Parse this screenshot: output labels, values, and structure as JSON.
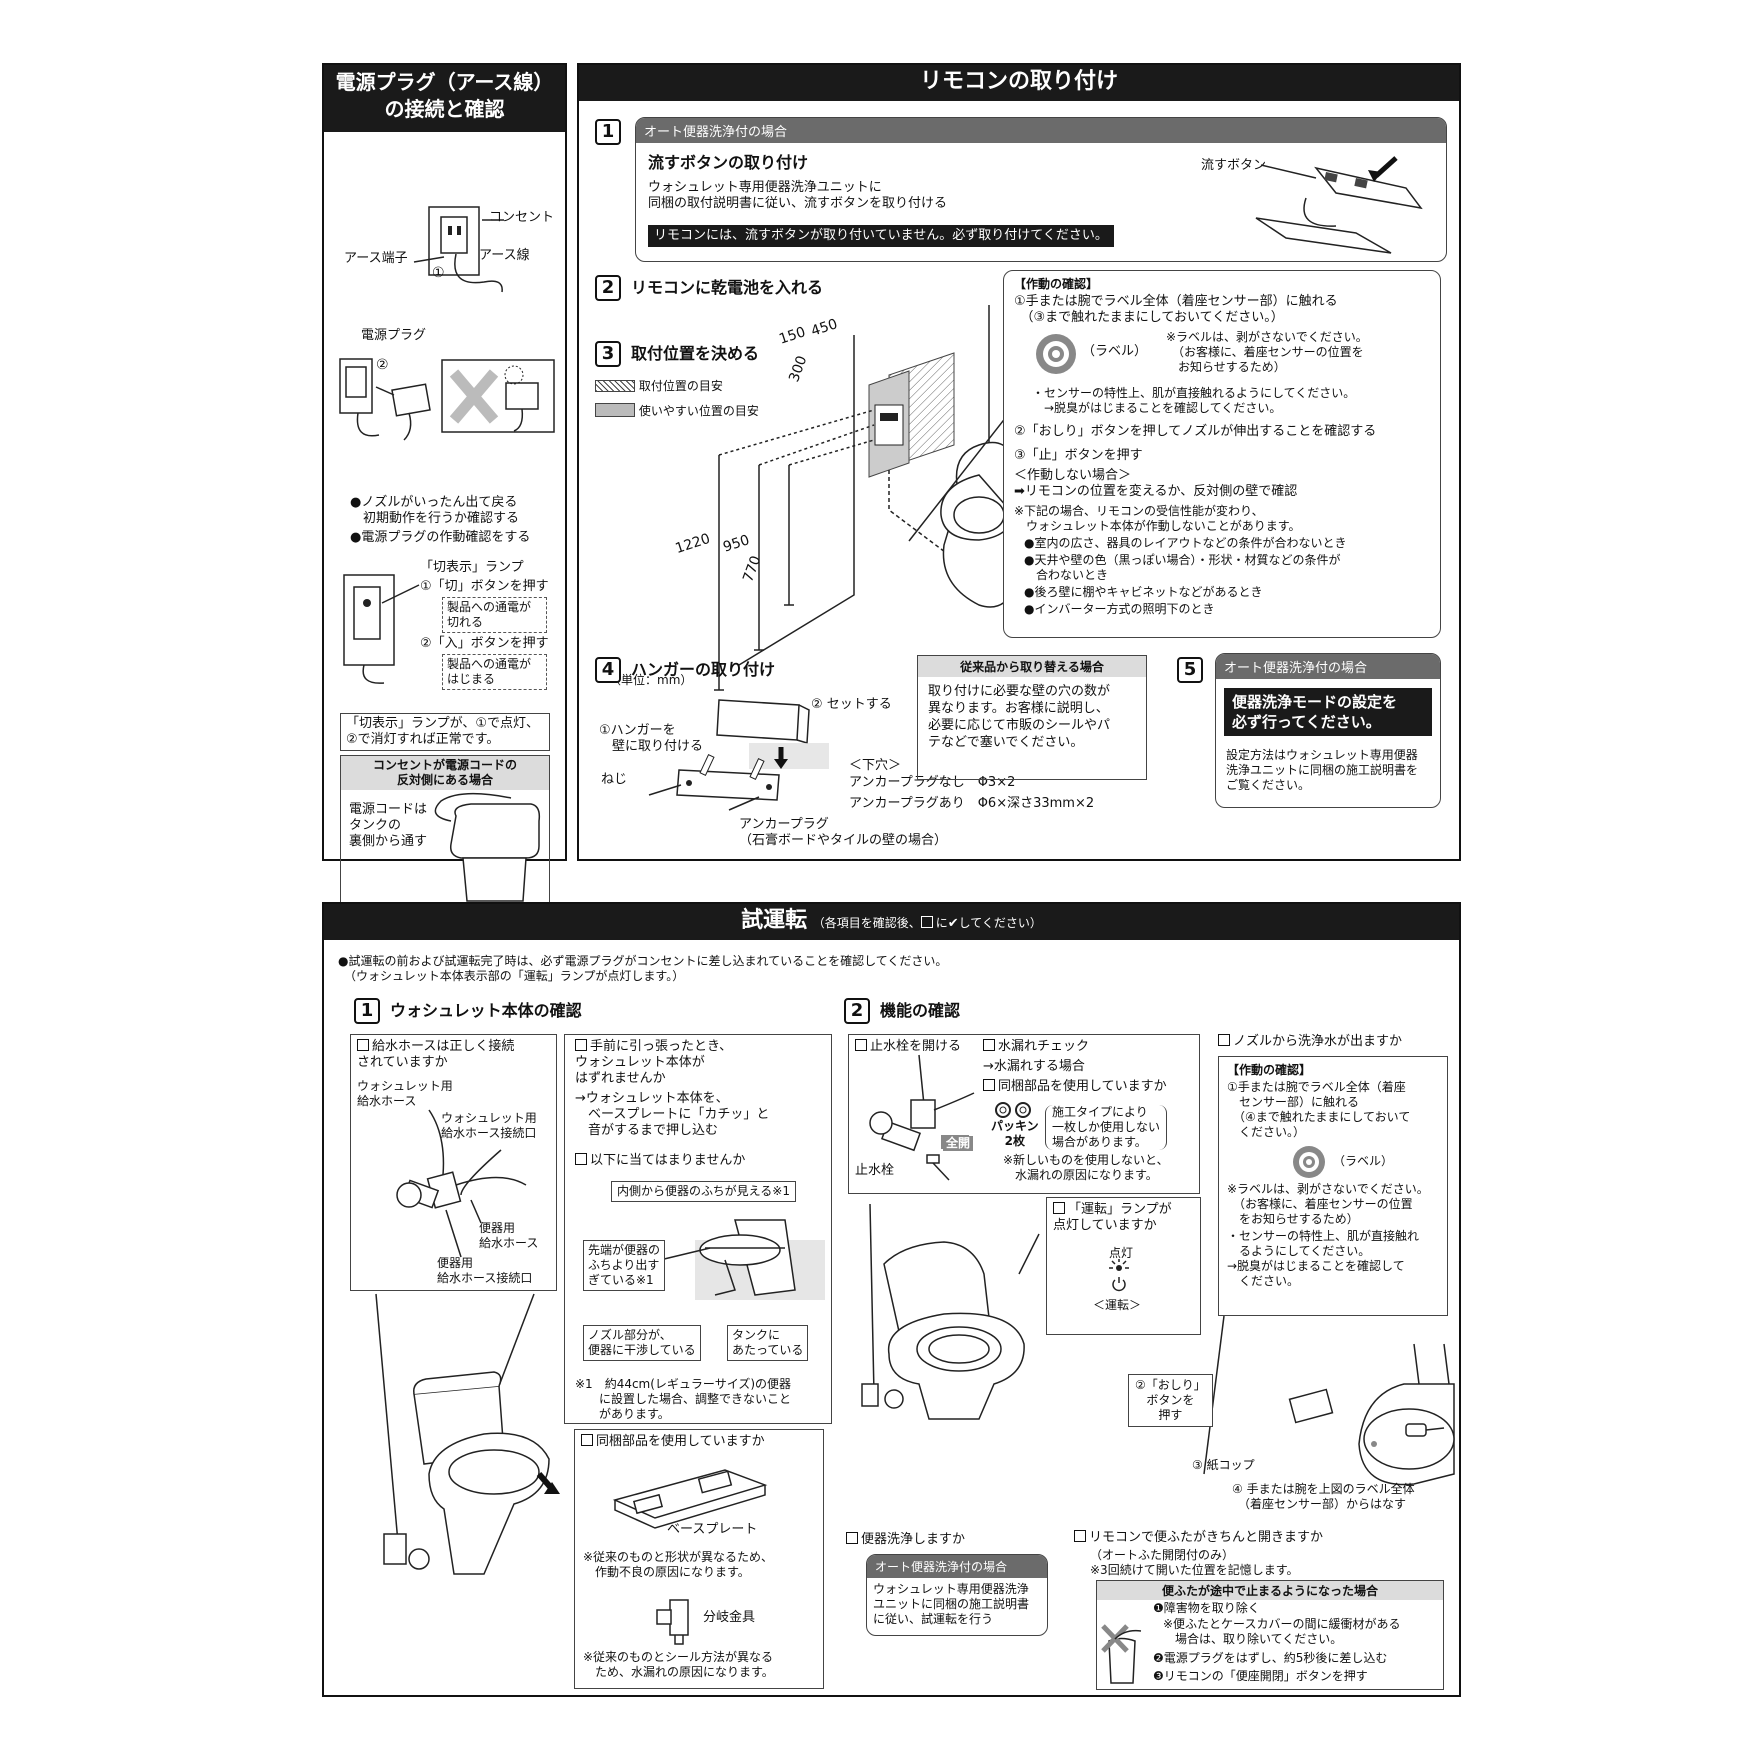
{
  "power": {
    "title": "電源プラグ（アース線）\nの接続と確認",
    "outlet_label": "コンセント",
    "earth_terminal": "アース端子",
    "earth_wire": "アース線",
    "num1": "①",
    "num2": "②",
    "plug_label": "電源プラグ",
    "bullet1": "●ノズルがいったん出て戻る\n　初期動作を行うか確認する",
    "bullet2": "●電源プラグの作動確認をする",
    "lamp_label": "「切表示」ランプ",
    "step1": "①「切」ボタンを押す",
    "step1_note": "製品への通電が\n切れる",
    "step2": "②「入」ボタンを押す",
    "step2_note": "製品への通電が\nはじまる",
    "result": "「切表示」ランプが、①で点灯、\n②で消灯すれば正常です。",
    "opp_title": "コンセントが電源コードの\n反対側にある場合",
    "opp_text": "電源コードは\nタンクの\n裏側から通す"
  },
  "remote": {
    "title": "リモコンの取り付け",
    "s1_num": "1",
    "s1_tag": "オート便器洗浄付の場合",
    "s1_heading": "流すボタンの取り付け",
    "s1_text": "ウォシュレット専用便器洗浄ユニットに\n同梱の取付説明書に従い、流すボタンを取り付ける",
    "s1_warning": "リモコンには、流すボタンが取り付いていません。必ず取り付けてください。",
    "s1_button_label": "流すボタン",
    "s2_num": "2",
    "s2_heading": "リモコンに乾電池を入れる",
    "s3_num": "3",
    "s3_heading": "取付位置を決める",
    "legend_hatch": "取付位置の目安",
    "legend_gray": "使いやすい位置の目安",
    "dim_150": "150",
    "dim_450": "450",
    "dim_300": "300",
    "dim_1220": "1220",
    "dim_950": "950",
    "dim_770": "770",
    "unit": "（単位：mm）",
    "op_title": "【作動の確認】",
    "op_1": "①手または腕でラベル全体（着座センサー部）に触れる\n　（③まで触れたままにしておいてください。）",
    "op_label": "（ラベル）",
    "op_label_note": "※ラベルは、剥がさないでください。\n　（お客様に、着座センサーの位置を\n　お知らせするため）",
    "op_sensor": "・センサーの特性上、肌が直接触れるようにしてください。\n　→脱臭がはじまることを確認してください。",
    "op_2": "②「おしり」ボタンを押してノズルが伸出することを確認する",
    "op_3": "③「止」ボタンを押す",
    "op_fail": "＜作動しない場合＞",
    "op_fail_action": "➡リモコンの位置を変えるか、反対側の壁で確認",
    "op_note": "※下記の場合、リモコンの受信性能が変わり、\n　ウォシュレット本体が作動しないことがあります。",
    "op_b1": "●室内の広さ、器具のレイアウトなどの条件が合わないとき",
    "op_b2": "●天井や壁の色（黒っぽい場合）・形状・材質などの条件が\n　合わないとき",
    "op_b3": "●後ろ壁に棚やキャビネットなどがあるとき",
    "op_b4": "●インバーター方式の照明下のとき",
    "s4_num": "4",
    "s4_heading": "ハンガーの取り付け",
    "s4_set": "② セットする",
    "s4_hanger": "①ハンガーを\n　壁に取り付ける",
    "s4_screw": "ねじ",
    "s4_hole": "＜下穴＞",
    "s4_anchor_none": "アンカープラグなし　Φ3×2",
    "s4_anchor_yes": "アンカープラグあり　Φ6×深さ33mm×2",
    "s4_anchor": "アンカープラグ\n（石膏ボードやタイルの壁の場合）",
    "replace_title": "従来品から取り替える場合",
    "replace_text": "取り付けに必要な壁の穴の数が\n異なります。お客様に説明し、\n必要に応じて市販のシールやパ\nテなどで塞いでください。",
    "s5_num": "5",
    "s5_tag": "オート便器洗浄付の場合",
    "s5_heading": "便器洗浄モードの設定を\n必ず行ってください。",
    "s5_text": "設定方法はウォシュレット専用便器\n洗浄ユニットに同梱の施工説明書を\nご覧ください。"
  },
  "test": {
    "title": "試運転",
    "title_note_pre": "（各項目を確認後、",
    "title_note_post": "に",
    "title_note_check": "✔",
    "title_note_end": "してください）",
    "intro": "●試運転の前および試運転完了時は、必ず電源プラグがコンセントに差し込まれていることを確認してください。\n　（ウォシュレット本体表示部の「運転」ランプが点灯します。）",
    "s1_num": "1",
    "s1_heading": "ウォシュレット本体の確認",
    "hose_q": "給水ホースは正しく接続\nされていますか",
    "hose_l1": "ウォシュレット用\n給水ホース",
    "hose_l2": "ウォシュレット用\n給水ホース接続口",
    "hose_l3": "便器用\n給水ホース",
    "hose_l4": "便器用\n給水ホース接続口",
    "pull_q": "手前に引っ張ったとき、\nウォシュレット本体が\nはずれませんか",
    "pull_a": "→ウォシュレット本体を、\n　ベースプレートに「カチッ」と\n　音がするまで押し込む",
    "notapply_q": "以下に当てはまりませんか",
    "n1": "内側から便器のふちが見える※1",
    "n2": "先端が便器の\nふちより出す\nぎている※1",
    "n3": "ノズル部分が、\n便器に干渉している",
    "n4": "タンクに\nあたっている",
    "n_note": "※1　約44cm(レギュラーサイズ)の便器\n　　に設置した場合、調整できないこと\n　　があります。",
    "parts_q": "同梱部品を使用していますか",
    "base_plate": "ベースプレート",
    "base_note": "※従来のものと形状が異なるため、\n　作動不良の原因になります。",
    "branch": "分岐金具",
    "branch_note": "※従来のものとシール方法が異なる\n　ため、水漏れの原因になります。",
    "s2_num": "2",
    "s2_heading": "機能の確認",
    "valve_q": "止水栓を開ける",
    "valve_label": "止水栓",
    "valve_full": "全開",
    "leak_q": "水漏れチェック",
    "leak_a": "→水漏れする場合",
    "parts2_q": "同梱部品を使用していますか",
    "packing": "パッキン\n2枚",
    "packing_note": "施工タイプにより\n一枚しか使用しない\n場合があります。",
    "packing_warn": "※新しいものを使用しないと、\n　水漏れの原因になります。",
    "lamp_q": "「運転」ランプが\n点灯していますか",
    "lamp_on": "点灯",
    "lamp_run": "＜運転＞",
    "flush_q": "便器洗浄しますか",
    "flush_tag": "オート便器洗浄付の場合",
    "flush_text": "ウォシュレット専用便器洗浄\nユニットに同梱の施工説明書\nに従い、試運転を行う",
    "nozzle_q": "ノズルから洗浄水が出ますか",
    "op_title": "【作動の確認】",
    "op_1": "①手または腕でラベル全体（着座\n　センサー部）に触れる\n　（④まで触れたままにしておいて\n　ください。）",
    "op_label": "（ラベル）",
    "op_note": "※ラベルは、剥がさないでください。\n　（お客様に、着座センサーの位置\n　をお知らせするため）",
    "op_sensor": "・センサーの特性上、肌が直接触れ\n　るようにしてください。\n→脱臭がはじまることを確認して\n　ください。",
    "oshiri": "②「おしり」\nボタンを\n押す",
    "cup": "③ 紙コップ",
    "release": "④ 手または腕を上図のラベル全体\n　（着座センサー部）からはなす",
    "lid_q": "リモコンで便ふたがきちんと開きますか",
    "lid_sub": "（オートふた開閉付のみ）\n※3回続けて開いた位置を記憶します。",
    "lid_title": "便ふたが途中で止まるようになった場合",
    "lid_1": "❶障害物を取り除く",
    "lid_1n": "※便ふたとケースカバーの間に緩衝材がある\n　場合は、取り除いてください。",
    "lid_2": "❷電源プラグをはずし、約5秒後に差し込む",
    "lid_3": "❸リモコンの「便座開閉」ボタンを押す"
  }
}
